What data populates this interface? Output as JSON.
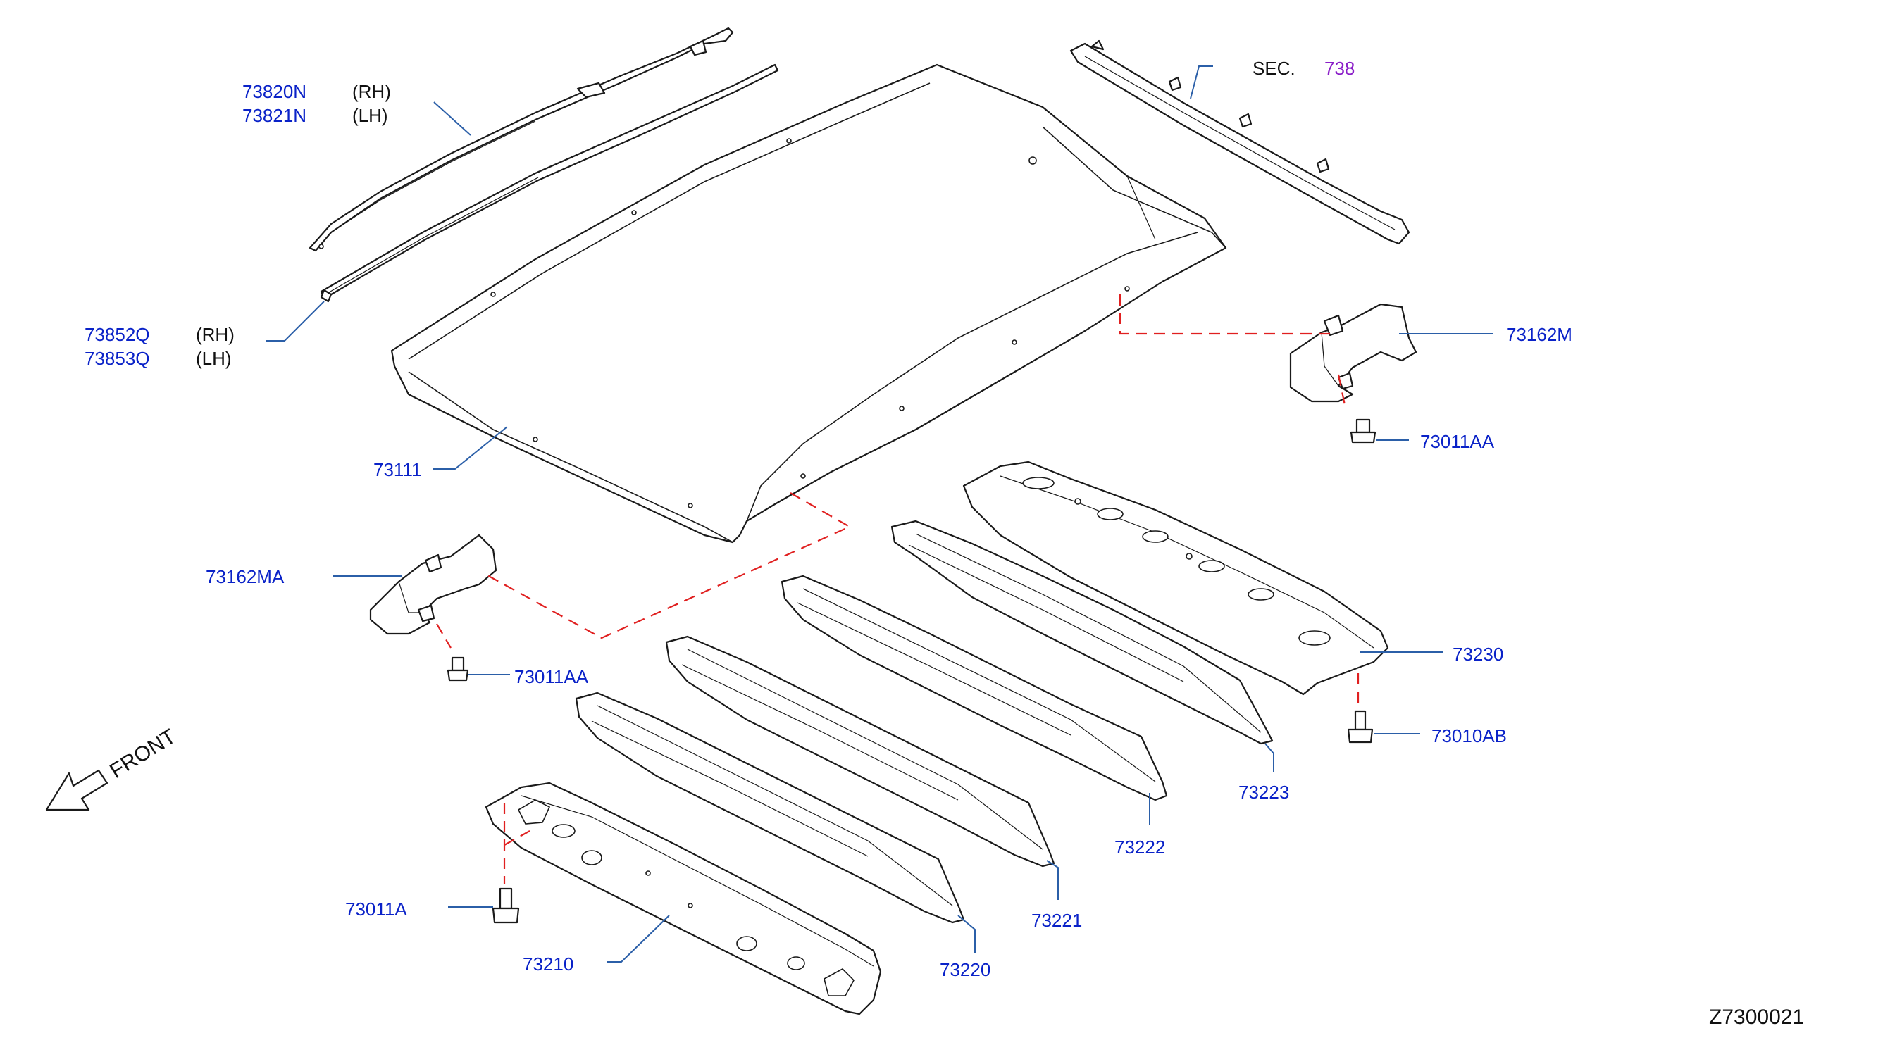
{
  "labels": {
    "rail_rh": "73820N",
    "rail_lh": "73821N",
    "molding_rh": "73852Q",
    "molding_lh": "73853Q",
    "roof_panel": "73111",
    "bracket_rear": "73162M",
    "bracket_front": "73162MA",
    "bolt_rear": "73011AA",
    "bolt_front": "73011AA",
    "bolt_bow": "73010AB",
    "bolt_rail": "73011A",
    "front_rail": "73210",
    "bow_1": "73220",
    "bow_2": "73221",
    "bow_3": "73222",
    "bow_4": "73223",
    "rear_rail": "73230"
  },
  "side": {
    "rh": "(RH)",
    "lh": "(LH)"
  },
  "section": {
    "prefix": "SEC.",
    "number": "738"
  },
  "front_arrow": "FRONT",
  "diagram_code": "Z7300021",
  "colors": {
    "part_number": "#0a22c8",
    "section_ref": "#8a1ec8",
    "dashed_guide": "#e02020",
    "leader": "#2b5fa8"
  }
}
